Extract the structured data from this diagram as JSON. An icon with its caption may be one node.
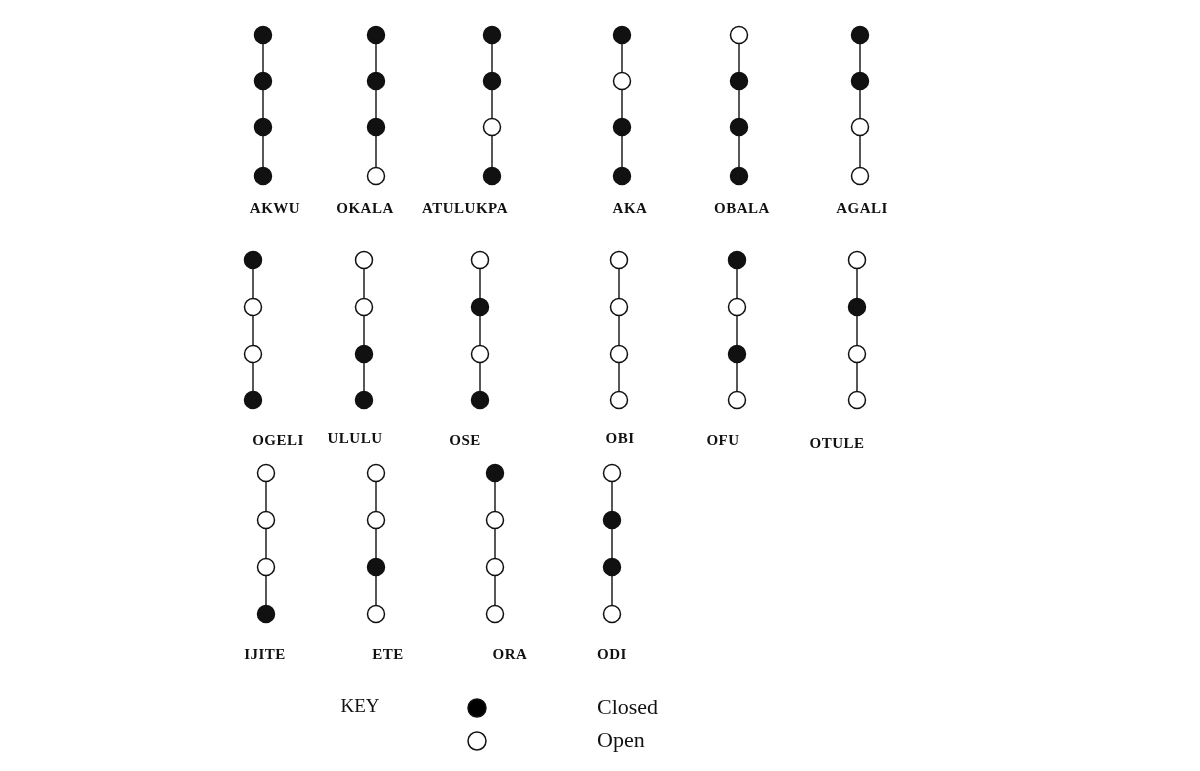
{
  "diagram": {
    "nodes": [
      {
        "text": [],
        "shape": "dot"
      },
      {
        "text": [],
        "shape": "dot"
      },
      {
        "text": [],
        "shape": "dot"
      },
      {
        "text": [],
        "shape": "dot"
      },
      {
        "text": [],
        "shape": "dot"
      },
      {
        "text": [],
        "shape": "dot"
      },
      {
        "text": [],
        "shape": "dot"
      },
      {
        "text": [],
        "shape": "circle"
      },
      {
        "text": [],
        "shape": "dot"
      },
      {
        "text": [],
        "shape": "dot"
      },
      {
        "text": [],
        "shape": "circle"
      },
      {
        "text": [],
        "shape": "dot"
      },
      {
        "text": [],
        "shape": "dot"
      },
      {
        "text": [],
        "shape": "circle"
      },
      {
        "text": [],
        "shape": "dot"
      },
      {
        "text": [],
        "shape": "dot"
      },
      {
        "text": [],
        "shape": "circle"
      },
      {
        "text": [],
        "shape": "dot"
      },
      {
        "text": [],
        "shape": "dot"
      },
      {
        "text": [],
        "shape": "dot"
      },
      {
        "text": [],
        "shape": "dot"
      },
      {
        "text": [],
        "shape": "dot"
      },
      {
        "text": [],
        "shape": "circle"
      },
      {
        "text": [],
        "shape": "circle"
      },
      {
        "text": [],
        "shape": "dot"
      },
      {
        "text": [],
        "shape": "circle"
      },
      {
        "text": [],
        "shape": "circle"
      },
      {
        "text": [],
        "shape": "dot"
      },
      {
        "text": [],
        "shape": "circle"
      },
      {
        "text": [],
        "shape": "circle"
      },
      {
        "text": [],
        "shape": "dot"
      },
      {
        "text": [],
        "shape": "dot"
      },
      {
        "text": [],
        "shape": "circle"
      },
      {
        "text": [],
        "shape": "dot"
      },
      {
        "text": [],
        "shape": "circle"
      },
      {
        "text": [],
        "shape": "dot"
      },
      {
        "text": [],
        "shape": "circle"
      },
      {
        "text": [],
        "shape": "circle"
      },
      {
        "text": [],
        "shape": "circle"
      },
      {
        "text": [],
        "shape": "circle"
      },
      {
        "text": [],
        "shape": "dot"
      },
      {
        "text": [],
        "shape": "circle"
      },
      {
        "text": [],
        "shape": "dot"
      },
      {
        "text": [],
        "shape": "circle"
      },
      {
        "text": [],
        "shape": "circle"
      },
      {
        "text": [],
        "shape": "dot"
      },
      {
        "text": [],
        "shape": "circle"
      },
      {
        "text": [],
        "shape": "circle"
      },
      {
        "text": [],
        "shape": "circle"
      },
      {
        "text": [],
        "shape": "circle"
      },
      {
        "text": [],
        "shape": "circle"
      },
      {
        "text": [],
        "shape": "dot"
      },
      {
        "text": [],
        "shape": "circle"
      },
      {
        "text": [],
        "shape": "circle"
      },
      {
        "text": [],
        "shape": "dot"
      },
      {
        "text": [],
        "shape": "circle"
      },
      {
        "text": [],
        "shape": "dot"
      },
      {
        "text": [],
        "shape": "circle"
      },
      {
        "text": [],
        "shape": "circle"
      },
      {
        "text": [],
        "shape": "circle"
      },
      {
        "text": [],
        "shape": "circle"
      },
      {
        "text": [],
        "shape": "dot"
      },
      {
        "text": [],
        "shape": "dot"
      },
      {
        "text": [],
        "shape": "circle"
      }
    ],
    "edges": [
      {
        "from": 0,
        "to": 1,
        "arrow": "none"
      },
      {
        "from": 1,
        "to": 2,
        "arrow": "none"
      },
      {
        "from": 2,
        "to": 3,
        "arrow": "none"
      },
      {
        "from": 4,
        "to": 5,
        "arrow": "none"
      },
      {
        "from": 5,
        "to": 6,
        "arrow": "none"
      },
      {
        "from": 6,
        "to": 7,
        "arrow": "none"
      },
      {
        "from": 8,
        "to": 9,
        "arrow": "none"
      },
      {
        "from": 9,
        "to": 10,
        "arrow": "none"
      },
      {
        "from": 10,
        "to": 11,
        "arrow": "none"
      },
      {
        "from": 12,
        "to": 13,
        "arrow": "none"
      },
      {
        "from": 13,
        "to": 14,
        "arrow": "none"
      },
      {
        "from": 14,
        "to": 15,
        "arrow": "none"
      },
      {
        "from": 16,
        "to": 17,
        "arrow": "none"
      },
      {
        "from": 17,
        "to": 18,
        "arrow": "none"
      },
      {
        "from": 18,
        "to": 19,
        "arrow": "none"
      },
      {
        "from": 20,
        "to": 21,
        "arrow": "none"
      },
      {
        "from": 21,
        "to": 22,
        "arrow": "none"
      },
      {
        "from": 22,
        "to": 23,
        "arrow": "none"
      },
      {
        "from": 24,
        "to": 25,
        "arrow": "none"
      },
      {
        "from": 25,
        "to": 26,
        "arrow": "none"
      },
      {
        "from": 26,
        "to": 27,
        "arrow": "none"
      },
      {
        "from": 28,
        "to": 29,
        "arrow": "none"
      },
      {
        "from": 29,
        "to": 30,
        "arrow": "none"
      },
      {
        "from": 30,
        "to": 31,
        "arrow": "none"
      },
      {
        "from": 32,
        "to": 33,
        "arrow": "none"
      },
      {
        "from": 33,
        "to": 34,
        "arrow": "none"
      },
      {
        "from": 34,
        "to": 35,
        "arrow": "none"
      },
      {
        "from": 36,
        "to": 37,
        "arrow": "none"
      },
      {
        "from": 37,
        "to": 38,
        "arrow": "none"
      },
      {
        "from": 38,
        "to": 39,
        "arrow": "none"
      },
      {
        "from": 40,
        "to": 41,
        "arrow": "none"
      },
      {
        "from": 41,
        "to": 42,
        "arrow": "none"
      },
      {
        "from": 42,
        "to": 43,
        "arrow": "none"
      },
      {
        "from": 44,
        "to": 45,
        "arrow": "none"
      },
      {
        "from": 45,
        "to": 46,
        "arrow": "none"
      },
      {
        "from": 46,
        "to": 47,
        "arrow": "none"
      },
      {
        "from": 48,
        "to": 49,
        "arrow": "none"
      },
      {
        "from": 49,
        "to": 50,
        "arrow": "none"
      },
      {
        "from": 50,
        "to": 51,
        "arrow": "none"
      },
      {
        "from": 52,
        "to": 53,
        "arrow": "none"
      },
      {
        "from": 53,
        "to": 54,
        "arrow": "none"
      },
      {
        "from": 54,
        "to": 55,
        "arrow": "none"
      },
      {
        "from": 56,
        "to": 57,
        "arrow": "none"
      },
      {
        "from": 57,
        "to": 58,
        "arrow": "none"
      },
      {
        "from": 58,
        "to": 59,
        "arrow": "none"
      },
      {
        "from": 60,
        "to": 61,
        "arrow": "none"
      },
      {
        "from": 61,
        "to": 62,
        "arrow": "none"
      },
      {
        "from": 62,
        "to": 63,
        "arrow": "none"
      }
    ],
    "labels": [
      "AKWU",
      "OKALA",
      "ATULUKPA",
      "AKA",
      "OBALA",
      "AGALI",
      "OGELI",
      "ULULU",
      "OSE",
      "OBI",
      "OFU",
      "OTULE",
      "IJITE",
      "ETE",
      "ORA",
      "ODI",
      "KEY"
    ],
    "legend": [
      {
        "text": "Closed",
        "color": "#000000"
      },
      {
        "text": "Open",
        "color": "#ffffff"
      }
    ]
  }
}
